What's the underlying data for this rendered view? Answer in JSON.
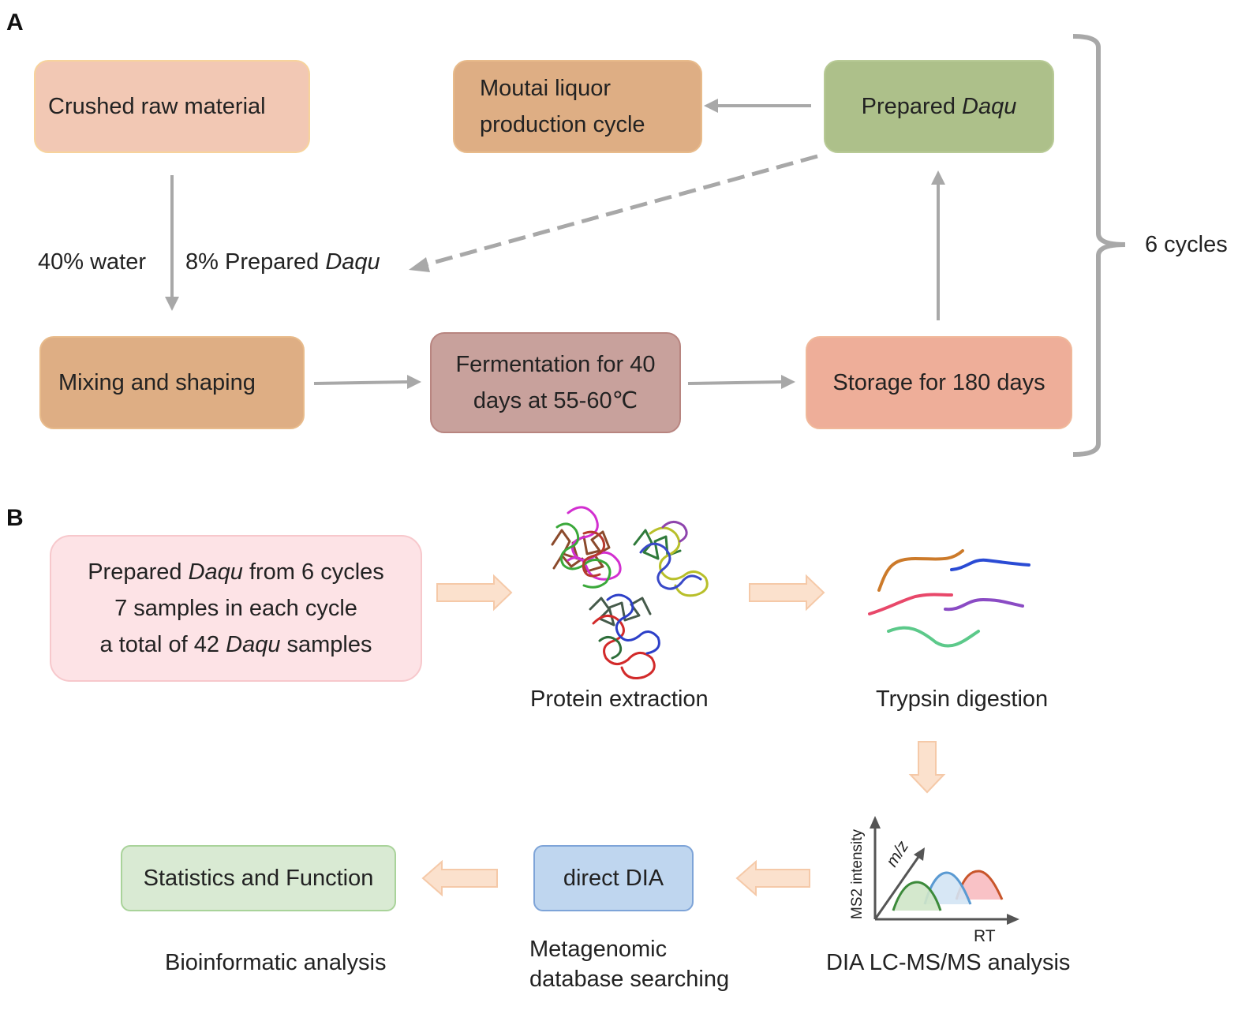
{
  "panelA": {
    "label": "A",
    "crushed": "Crushed raw material",
    "moutai_line1": "Moutai liquor",
    "moutai_line2": "production cycle",
    "prepared_pre": "Prepared ",
    "prepared_em": "Daqu",
    "water": "40% water",
    "daqu_pre": "8% Prepared ",
    "daqu_em": "Daqu",
    "mixing": "Mixing and shaping",
    "ferm_line1": "Fermentation for 40",
    "ferm_line2": "days at 55-60℃",
    "storage": "Storage for 180 days",
    "cycles": "6 cycles"
  },
  "panelB": {
    "label": "B",
    "samples_l1_pre": "Prepared ",
    "samples_l1_em": "Daqu",
    "samples_l1_post": " from 6 cycles",
    "samples_l2": "7 samples in each cycle",
    "samples_l3_pre": "a total of 42 ",
    "samples_l3_em": "Daqu",
    "samples_l3_post": " samples",
    "protein_extraction": "Protein extraction",
    "trypsin_digestion": "Trypsin digestion",
    "dia_analysis": "DIA LC-MS/MS analysis",
    "direct_dia": "direct DIA",
    "metagenomic_l1": "Metagenomic",
    "metagenomic_l2": "database searching",
    "statistics": "Statistics and Function",
    "bioinformatic": "Bioinformatic analysis",
    "axis_y": "MS2 intensity",
    "axis_z": "m/z",
    "axis_x": "RT"
  },
  "colors": {
    "crushed": "#f2c8b4",
    "moutai": "#deae84",
    "prepared": "#adc08a",
    "mixing": "#deae84",
    "fermentation": "#c8a19c",
    "storage": "#eeae99",
    "samples_box": "#fde3e6",
    "direct_dia": "#bfd6ef",
    "statistics": "#d9ead3",
    "gray_arrow": "#a8a8a8",
    "peach_arrow": "#fbe1cd"
  }
}
